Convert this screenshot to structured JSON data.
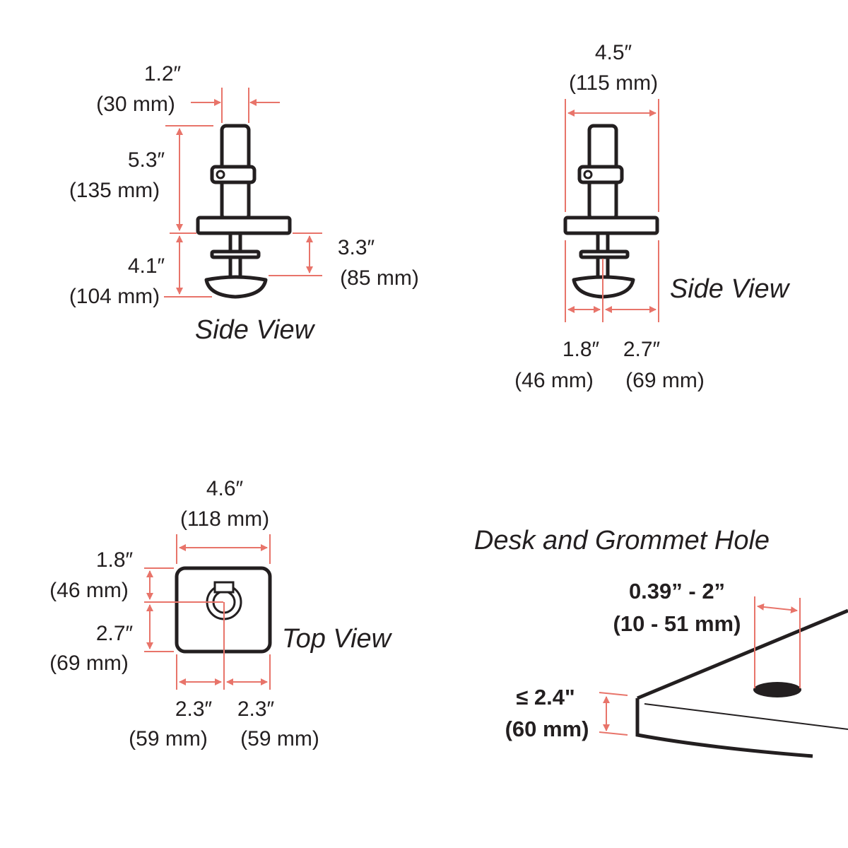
{
  "colors": {
    "dimension": "#e8746a",
    "outline": "#231f20",
    "background": "#ffffff"
  },
  "side_view_1": {
    "label": "Side View",
    "top_width": {
      "inch": "1.2″",
      "mm": "(30 mm)"
    },
    "post_height": {
      "inch": "5.3″",
      "mm": "(135 mm)"
    },
    "clamp_height": {
      "inch": "4.1″",
      "mm": "(104 mm)"
    },
    "clamp_range": {
      "inch": "3.3″",
      "mm": "(85 mm)"
    }
  },
  "side_view_2": {
    "label": "Side View",
    "base_width": {
      "inch": "4.5″",
      "mm": "(115 mm)"
    },
    "left_offset": {
      "inch": "1.8″",
      "mm": "(46 mm)"
    },
    "right_offset": {
      "inch": "2.7″",
      "mm": "(69 mm)"
    }
  },
  "top_view": {
    "label": "Top View",
    "width": {
      "inch": "4.6″",
      "mm": "(118 mm)"
    },
    "front_depth": {
      "inch": "1.8″",
      "mm": "(46 mm)"
    },
    "rear_depth": {
      "inch": "2.7″",
      "mm": "(69 mm)"
    },
    "left_half": {
      "inch": "2.3″",
      "mm": "(59 mm)"
    },
    "right_half": {
      "inch": "2.3″",
      "mm": "(59 mm)"
    }
  },
  "desk": {
    "title": "Desk and Grommet Hole",
    "hole_range": {
      "inch": "0.39” - 2”",
      "mm": "(10 - 51 mm)"
    },
    "thickness": {
      "inch": "≤ 2.4\"",
      "mm": "(60 mm)"
    }
  }
}
